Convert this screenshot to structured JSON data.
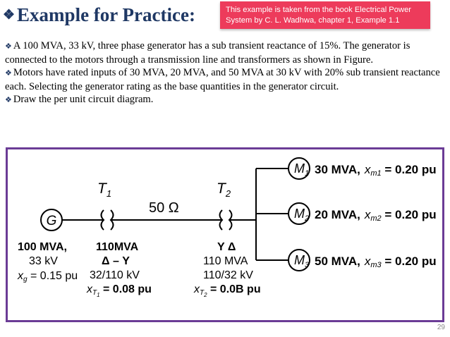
{
  "slide": {
    "title": "Example for Practice:",
    "note": "This example is taken from the book Electrical Power System by C. L. Wadhwa, chapter 1, Example 1.1",
    "bullets": [
      "A 100 MVA, 33 kV, three phase generator has a sub transient reactance of 15%. The generator is connected to the motors through a transmission line and transformers as shown in Figure.",
      "Motors have rated inputs of 30 MVA, 20 MVA, and 50 MVA at 30 kV with 20% sub transient reactance each. Selecting the generator rating as the base quantities in the generator circuit.",
      "Draw the per unit circuit diagram."
    ],
    "slide_number": "29"
  },
  "figure": {
    "generator_symbol": "G",
    "generator_lines": [
      "100 MVA,",
      "33 kV"
    ],
    "generator_xg_label": "x",
    "generator_xg_sub": "g",
    "generator_xg_value": " = 0.15 pu",
    "t1_label": "T",
    "t1_sub": "1",
    "t1_lines": [
      "110MVA",
      "Δ – Y",
      "32/110 kV"
    ],
    "t1_x_label": "x",
    "t1_x_sub_main": "T",
    "t1_x_sub_sub": "1",
    "t1_x_value": " = 0.08 pu",
    "line_impedance": "50 Ω",
    "t2_label": "T",
    "t2_sub": "2",
    "t2_winding": "Y  Δ",
    "t2_lines": [
      "110 MVA",
      "110/32 kV"
    ],
    "t2_x_label": "x",
    "t2_x_sub_main": "T",
    "t2_x_sub_sub": "2",
    "t2_x_value": " = 0.0B pu",
    "motors": [
      {
        "symbol": "M",
        "sub": "1",
        "rating": "30 MVA,",
        "x_label": "x",
        "x_sub": "m1",
        "x_value": " = 0.20 pu"
      },
      {
        "symbol": "M",
        "sub": "2",
        "rating": "20 MVA,",
        "x_label": "x",
        "x_sub": "m2",
        "x_value": " = 0.20 pu"
      },
      {
        "symbol": "M",
        "sub": "3",
        "rating": "50 MVA,",
        "x_label": "x",
        "x_sub": "m3",
        "x_value": " = 0.20 pu"
      }
    ]
  },
  "colors": {
    "title": "#1f3864",
    "note_bg": "#ed3b5b",
    "figure_border": "#6b3c96"
  }
}
